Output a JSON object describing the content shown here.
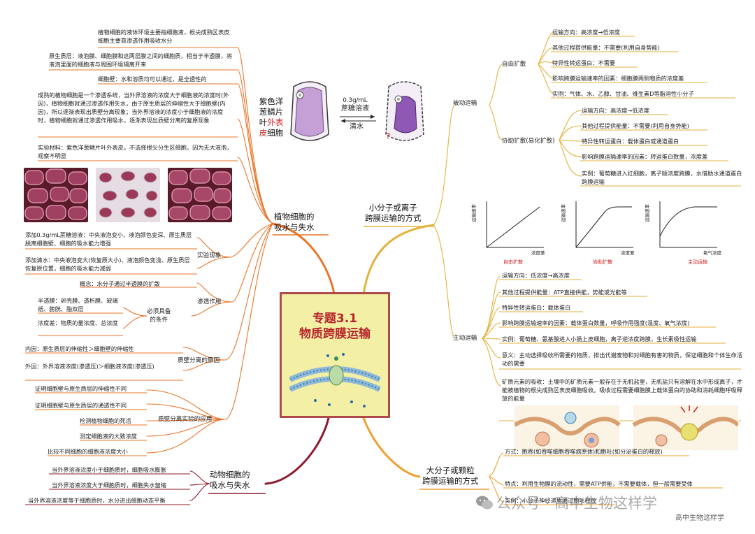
{
  "center": {
    "line1": "专题3.1",
    "line2": "物质跨膜运输"
  },
  "plant": {
    "branch": [
      "植物细胞的",
      "吸水与失水"
    ],
    "notes": [
      "植物细胞的液体环境主要指细胞液，根尖成熟区表皮细胞主要靠渗透作用吸收水分",
      "原生质层：液泡膜、细胞膜和这两层膜之间的细胞质，相当于半透膜，将液泡里面的细胞液与周围环境隔离开来",
      "细胞壁：水和溶质均可以通过，是全透性的",
      "成熟的植物细胞是一个渗透系统，当外界溶液的浓度大于细胞液的浓度时(外因)，植物细胞就通过渗透作用失水，由于原生质层的伸缩性大于细胞壁(内因)，所以逐渐表现出质壁分离现象；当外界溶液的浓度小于细胞液的浓度时，植物细胞就通过渗透作用吸水，逐渐表现出质壁分离的复原现象",
      "实验材料：紫色洋葱鳞片叶外表皮。不选择根尖分生区细胞，因为无大液泡，观察不明显"
    ],
    "experiment": {
      "label": "实验现象",
      "items": [
        "添加0.3g/mL蔗糖溶液：中央液泡变小、液泡颜色变深、原生质层脱离细胞壁、细胞的吸水能力增强",
        "添加清水：中央液泡变大(恢复原大小)、液泡颜色变浅、原生质层恢复原位置，细胞的吸水能力减弱"
      ]
    },
    "osmosis": {
      "label": "渗透作用",
      "concept": "概念：水分子通过半透膜的扩散",
      "conditions_label": [
        "必须具备",
        "的条件"
      ],
      "conditions": [
        "半透膜：卵壳膜、透析膜、玻璃纸、膀胱、脂双层",
        "浓度差：物质的量浓度、总浓度"
      ]
    },
    "cause": {
      "label": "质壁分离的原因",
      "items": [
        "内因：原生质层的伸缩性＞细胞壁的伸缩性",
        "外因：外界溶液浓度(渗透压)＞细胞液浓度(渗透压)"
      ]
    },
    "application": {
      "label": "质壁分离实验的应用",
      "items": [
        "证明细胞壁与原生质层的伸缩性不同",
        "证明细胞壁与原生质层的通透性不同",
        "检测植物细胞的死活",
        "测定细胞液的大致浓度",
        "比较不同细胞的细胞液浓度大小"
      ]
    },
    "cell_diagram": {
      "label": [
        "紫色洋",
        "葱鳞片",
        "叶",
        "外表",
        "皮",
        "细胞"
      ],
      "arrow_top": [
        "0.3g/mL",
        "蔗糖溶液"
      ],
      "arrow_bottom": "清水",
      "question": "?"
    }
  },
  "animal": {
    "branch": [
      "动物细胞的",
      "吸水与失水"
    ],
    "items": [
      "当外界溶液浓度小于细胞质时，细胞吸水膨胀",
      "当外界溶液浓度大于细胞质时，细胞失水皱缩",
      "当外界溶液浓度等于细胞质时，水分进出细胞动态平衡"
    ]
  },
  "small": {
    "branch": [
      "小分子或离子",
      "跨膜运输的方式"
    ],
    "passive": {
      "label": "被动运输",
      "free": {
        "label": "自由扩散",
        "items": [
          "运输方向：高浓度→低浓度",
          "其他过程提供能量：不需要(利用自身势能)",
          "特异性转运蛋白：不需要",
          "影响跨膜运输速率的因素：细胞膜两侧物质的浓度差",
          "实例：气体、水、乙醇、甘油、维生素D等脂溶性小分子"
        ]
      },
      "facilitated": {
        "label": "协助扩散(易化扩散)",
        "items": [
          "运输方向：高浓度→低浓度",
          "其他过程提供能量：不需要(利用自身势能)",
          "特异性转运蛋白：载体蛋白或通道蛋白",
          "影响跨膜运输速率的因素：转运蛋白数量，浓度差",
          "实例：葡萄糖进入红细胞，离子顺浓度跨膜，水借助水通道蛋白跨膜运输"
        ]
      }
    },
    "active": {
      "label": "主动运输",
      "items": [
        "运输方向：低浓度→高浓度",
        "其他过程提供能量：ATP直接供能，势能或光能等",
        "特异性转运蛋白：载体蛋白",
        "影响跨膜运输速率的因素：载体蛋白数量，呼吸作用强度(温度、氧气浓度)",
        "实例：葡萄糖、氨基酸进入小肠上皮细胞，离子逆浓度跨膜，生长素极性运输",
        "意义：主动选择吸收所需要的物质，排出代谢废物和对细胞有害的物质，保证细胞和个体生命活动的需要",
        "矿质元素的吸收：土壤中的矿质元素一般存在于无机盐里，无机盐只有溶解在水中形成离子，才能被植物的根尖成熟区表皮细胞吸收。吸收过程需要细胞膜上载体蛋白的协助和消耗细胞呼吸释放的能量"
      ]
    },
    "graphs": [
      {
        "ylabel": "运输速率",
        "xlabel": "浓度差",
        "caption": "自由扩散"
      },
      {
        "ylabel": "运输速率",
        "xlabel": "浓度差",
        "caption": "协助扩散"
      },
      {
        "ylabel": "运输速率",
        "xlabel": "氧气浓度",
        "caption": "主动运输"
      }
    ]
  },
  "large": {
    "branch": [
      "大分子或颗粒",
      "跨膜运输的方式"
    ],
    "items": [
      "方式：胞吞(如吞噬细胞吞噬病原体)和胞吐(如分泌蛋白的释放)",
      "特点：利用生物膜的流动性，需要ATP供能，不需要载体，但一般需要受体",
      "实例：小分子神经递质通过胞吐释放"
    ]
  },
  "watermark": {
    "main": "公众号 · 高中生物这样学",
    "sub": "高中生物这样学"
  },
  "colors": {
    "plant": "#e8752a",
    "animal": "#8e1b2e",
    "small": "#e3b23c",
    "large": "#f0a030",
    "title": "#b8232b",
    "center_bg": "#f3f0a6"
  }
}
